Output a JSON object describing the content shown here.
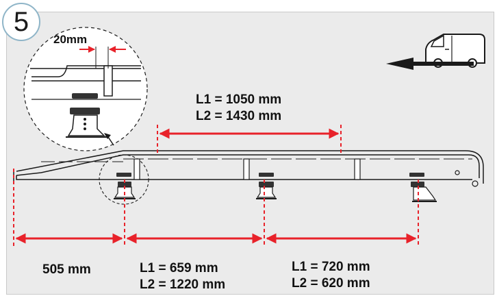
{
  "step_number": "5",
  "detail": {
    "gap_label": "20mm"
  },
  "top_span": {
    "l1": "L1 = 1050 mm",
    "l2": "L2 = 1430 mm"
  },
  "bottom_spans": [
    {
      "line1": "505 mm"
    },
    {
      "line1": "L1 = 659 mm",
      "line2": "L2 = 1220 mm"
    },
    {
      "line1": "L1 = 720 mm",
      "line2": "L2 = 620 mm"
    }
  ],
  "colors": {
    "arrow": "#e8222a",
    "panel": "#ebebeb",
    "badge_ring": "#8fb5c8",
    "line": "#1a1a1a"
  },
  "icons": [
    "van-icon",
    "direction-arrow-icon",
    "magnifier-detail-icon"
  ]
}
